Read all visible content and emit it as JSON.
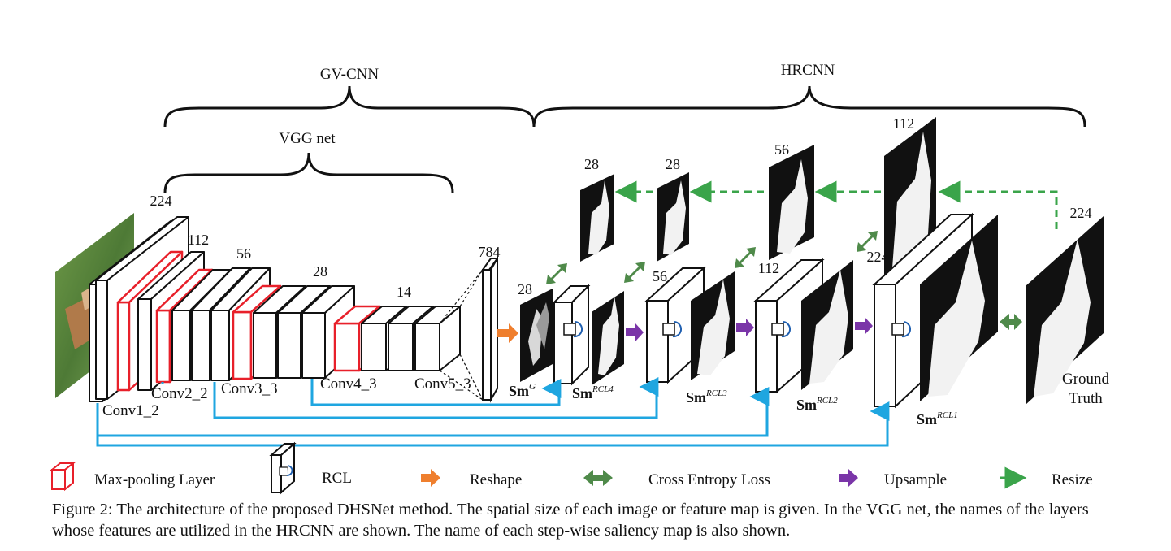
{
  "groups": {
    "gvcnn": "GV-CNN",
    "hrcnn": "HRCNN",
    "vgg": "VGG net"
  },
  "sizes": {
    "s224": "224",
    "s112": "112",
    "s56": "56",
    "s28": "28",
    "s14": "14",
    "s784": "784"
  },
  "layers": {
    "conv1": "Conv1_2",
    "conv2": "Conv2_2",
    "conv3": "Conv3_3",
    "conv4": "Conv4_3",
    "conv5": "Conv5_3"
  },
  "saliency": {
    "base": "Sm",
    "g": "G",
    "rcl4": "RCL4",
    "rcl3": "RCL3",
    "rcl2": "RCL2",
    "rcl1": "RCL1"
  },
  "ground_truth": {
    "line1": "Ground",
    "line2": "Truth"
  },
  "legend": {
    "maxpool": "Max-pooling Layer",
    "rcl": "RCL",
    "reshape": "Reshape",
    "cross_entropy": "Cross Entropy Loss",
    "upsample": "Upsample",
    "resize": "Resize"
  },
  "colors": {
    "maxpool_edge": "#e8202a",
    "reshape": "#ef7f2e",
    "cross_entropy": "#4f8a4a",
    "upsample": "#7a35a8",
    "resize": "#3aa44a",
    "skip_line": "#1fa6e0",
    "rcl_arrow": "#1f5fb0"
  },
  "caption": "Figure 2: The architecture of the proposed DHSNet method. The spatial size of each image or feature map is given. In the VGG net, the names of the layers whose features are utilized in the HRCNN are shown. The name of each step-wise saliency map is also shown."
}
